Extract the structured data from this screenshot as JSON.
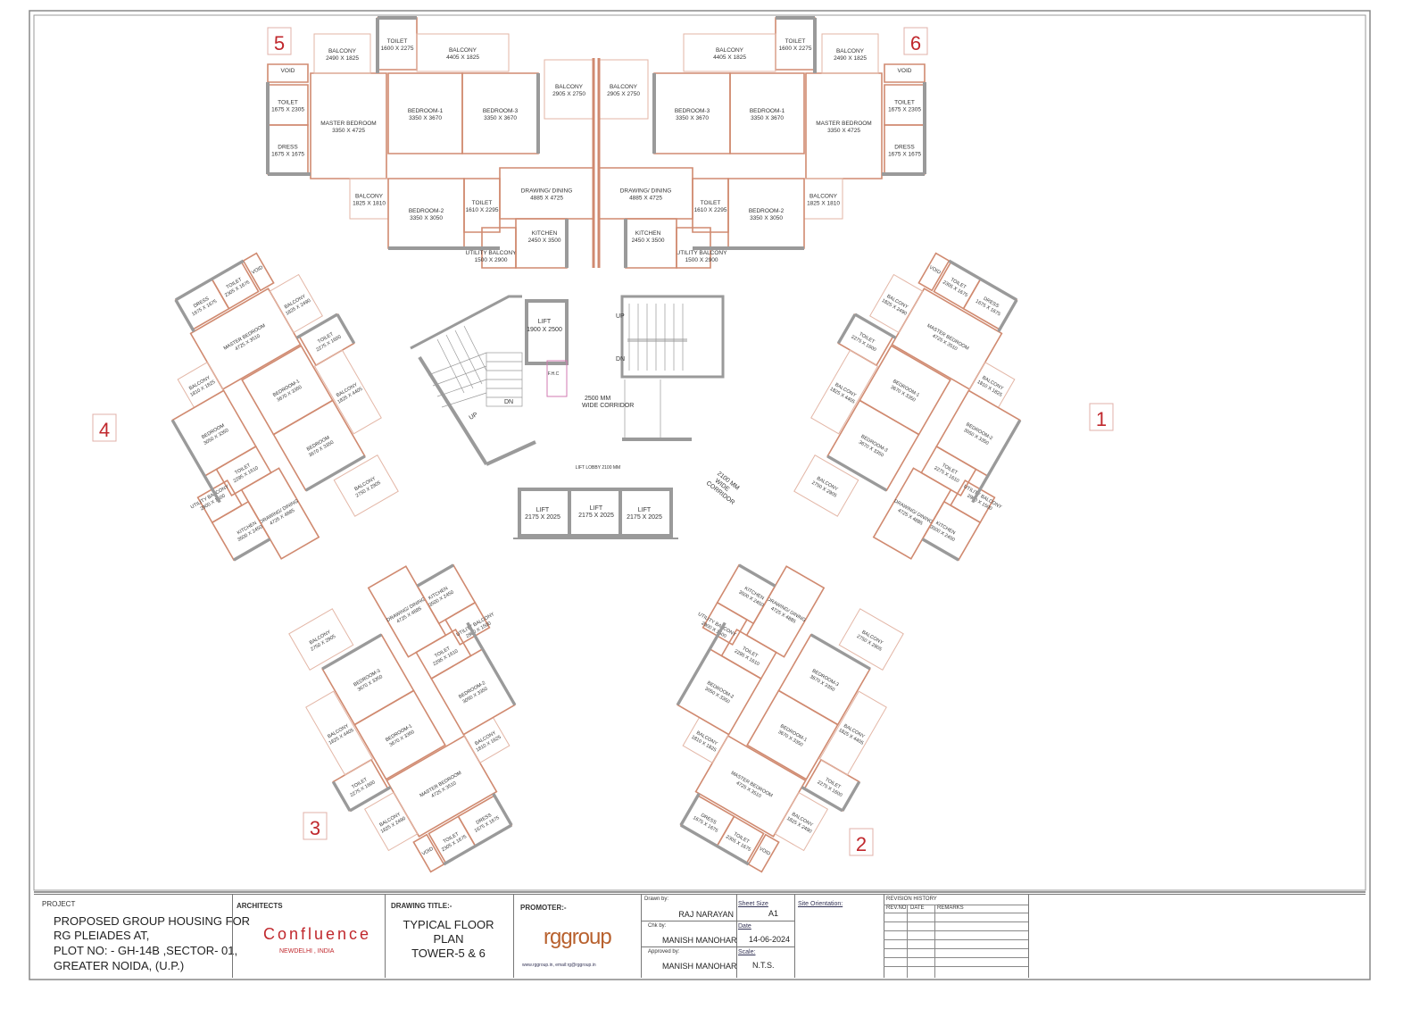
{
  "drawing": {
    "unit_numbers": [
      "1",
      "2",
      "3",
      "4",
      "5",
      "6"
    ],
    "units": [
      {
        "number": "5",
        "rooms": [
          {
            "name": "VOID",
            "size": ""
          },
          {
            "name": "TOILET",
            "size": "1675 X 2305"
          },
          {
            "name": "DRESS",
            "size": "1675 X 1675"
          },
          {
            "name": "MASTER BEDROOM",
            "size": "3350 X 4725"
          },
          {
            "name": "BALCONY",
            "size": "2490 X 1825"
          },
          {
            "name": "TOILET",
            "size": "1600 X 2275"
          },
          {
            "name": "BALCONY",
            "size": "4405 X 1825"
          },
          {
            "name": "BEDROOM-1",
            "size": "3350 X 3670"
          },
          {
            "name": "BEDROOM-3",
            "size": "3350 X 3670"
          },
          {
            "name": "BALCONY",
            "size": "2905 X 2750"
          },
          {
            "name": "BALCONY",
            "size": "1825 X 1810"
          },
          {
            "name": "BEDROOM-2",
            "size": "3350 X 3050"
          },
          {
            "name": "TOILET",
            "size": "1610 X 2295"
          },
          {
            "name": "DRAWING/ DINING",
            "size": "4885 X 4725"
          },
          {
            "name": "UTILITY BALCONY",
            "size": "1500 X 2900"
          },
          {
            "name": "KITCHEN",
            "size": "2450 X 3500"
          }
        ]
      },
      {
        "number": "6",
        "rooms": [
          {
            "name": "VOID",
            "size": ""
          },
          {
            "name": "TOILET",
            "size": "1675 X 2305"
          },
          {
            "name": "DRESS",
            "size": "1675 X 1675"
          },
          {
            "name": "MASTER BEDROOM",
            "size": "3350 X 4725"
          },
          {
            "name": "BALCONY",
            "size": "2490 X 1825"
          },
          {
            "name": "TOILET",
            "size": "1600 X 2275"
          },
          {
            "name": "BALCONY",
            "size": "4405 X 1825"
          },
          {
            "name": "BEDROOM-1",
            "size": "3350 X 3670"
          },
          {
            "name": "BEDROOM-3",
            "size": "3350 X 3670"
          },
          {
            "name": "BALCONY",
            "size": "2905 X 2750"
          },
          {
            "name": "BALCONY",
            "size": "1825 X 1810"
          },
          {
            "name": "BEDROOM-2",
            "size": "3350 X 3050"
          },
          {
            "name": "TOILET",
            "size": "1610 X 2295"
          },
          {
            "name": "DRAWING/ DINING",
            "size": "4885 X 4725"
          },
          {
            "name": "UTILITY BALCONY",
            "size": "1500 X 2900"
          },
          {
            "name": "KITCHEN",
            "size": "2450 X 3500"
          }
        ]
      },
      {
        "number": "4",
        "rooms": [
          {
            "name": "VOID",
            "size": ""
          },
          {
            "name": "TOILET",
            "size": "2305 X 1675"
          },
          {
            "name": "DRESS",
            "size": "1675 X 1675"
          },
          {
            "name": "MASTER BEDROOM",
            "size": "4725 X 3510"
          },
          {
            "name": "BALCONY",
            "size": "1825 X 2490"
          },
          {
            "name": "TOILET",
            "size": "2275 X 1600"
          },
          {
            "name": "BALCONY",
            "size": "1825 X 4405"
          },
          {
            "name": "BEDROOM-1",
            "size": "3670 X 3350"
          },
          {
            "name": "BEDROOM",
            "size": "3670 X 3350"
          },
          {
            "name": "BALCONY",
            "size": "2750 X 2905"
          },
          {
            "name": "BALCONY",
            "size": "1810 X 1825"
          },
          {
            "name": "BEDROOM",
            "size": "3050 X 3350"
          },
          {
            "name": "TOILET",
            "size": "2295 X 1610"
          },
          {
            "name": "DRAWING/ DINING",
            "size": "4725 X 4885"
          },
          {
            "name": "UTILITY BALCONY",
            "size": "2900 X 1500"
          },
          {
            "name": "KITCHEN",
            "size": "3500 X 2450"
          }
        ]
      },
      {
        "number": "3",
        "rooms": [
          {
            "name": "VOID",
            "size": ""
          },
          {
            "name": "TOILET",
            "size": "2305 X 1675"
          },
          {
            "name": "DRESS",
            "size": "1675 X 1675"
          },
          {
            "name": "MASTER BEDROOM",
            "size": "4725 X 3510"
          },
          {
            "name": "BALCONY",
            "size": "1825 X 2490"
          },
          {
            "name": "TOILET",
            "size": "2275 X 1600"
          },
          {
            "name": "BALCONY",
            "size": "1825 X 4405"
          },
          {
            "name": "BEDROOM-1",
            "size": "3670 X 3350"
          },
          {
            "name": "BEDROOM-3",
            "size": "3670 X 3350"
          },
          {
            "name": "BALCONY",
            "size": "2750 X 2905"
          },
          {
            "name": "BALCONY",
            "size": "1810 X 1825"
          },
          {
            "name": "BEDROOM-2",
            "size": "3050 X 3350"
          },
          {
            "name": "TOILET",
            "size": "2295 X 1610"
          },
          {
            "name": "DRAWING/ DINING",
            "size": "4725 X 4885"
          },
          {
            "name": "UTILITY BALCONY",
            "size": "2900 X 1500"
          },
          {
            "name": "KITCHEN",
            "size": "3500 X 2450"
          }
        ]
      },
      {
        "number": "1",
        "rooms": [
          {
            "name": "VOID",
            "size": ""
          },
          {
            "name": "TOILET",
            "size": "2305 X 1675"
          },
          {
            "name": "DRESS",
            "size": "1675 X 1675"
          },
          {
            "name": "MASTER BEDROOM",
            "size": "4725 X 3510"
          },
          {
            "name": "BALCONY",
            "size": "1825 X 2490"
          },
          {
            "name": "TOILET",
            "size": "2275 X 1600"
          },
          {
            "name": "BALCONY",
            "size": "1825 X 4405"
          },
          {
            "name": "BEDROOM-1",
            "size": "3670 X 3350"
          },
          {
            "name": "BEDROOM-3",
            "size": "3670 X 3350"
          },
          {
            "name": "BALCONY",
            "size": "2750 X 2905"
          },
          {
            "name": "BALCONY",
            "size": "1810 X 1825"
          },
          {
            "name": "BEDROOM-2",
            "size": "3050 X 3350"
          },
          {
            "name": "TOILET",
            "size": "2275 X 1610"
          },
          {
            "name": "DRAWING/ DINING",
            "size": "4725 X 4885"
          },
          {
            "name": "UTILITY BALCONY",
            "size": "2900 X 1500"
          },
          {
            "name": "KITCHEN",
            "size": "3500 X 2450"
          }
        ]
      },
      {
        "number": "2",
        "rooms": [
          {
            "name": "VOID",
            "size": ""
          },
          {
            "name": "TOILET",
            "size": "2305 X 1675"
          },
          {
            "name": "DRESS",
            "size": "1675 X 1675"
          },
          {
            "name": "MASTER BEDROOM",
            "size": "4725 X 3510"
          },
          {
            "name": "BALCONY",
            "size": "1825 X 2490"
          },
          {
            "name": "TOILET",
            "size": "2275 X 1600"
          },
          {
            "name": "BALCONY",
            "size": "1825 X 4405"
          },
          {
            "name": "BEDROOM-1",
            "size": "3670 X 3350"
          },
          {
            "name": "BEDROOM-3",
            "size": "3670 X 3350"
          },
          {
            "name": "BALCONY",
            "size": "2750 X 2905"
          },
          {
            "name": "BALCONY",
            "size": "1810 X 1825"
          },
          {
            "name": "BEDROOM-2",
            "size": "3050 X 3350"
          },
          {
            "name": "TOILET",
            "size": "2295 X 1610"
          },
          {
            "name": "DRAWING/ DINING",
            "size": "4725 X 4885"
          },
          {
            "name": "UTILITY BALCONY",
            "size": "2900 X 1500"
          },
          {
            "name": "KITCHEN",
            "size": "3500 X 2450"
          }
        ]
      }
    ],
    "core": {
      "lift_small": "LIFT",
      "lift_small_size": "1900 X 2500",
      "fhc": "F.H.C",
      "stair_left_up": "UP",
      "stair_left_dn": "DN",
      "stair_right_up": "UP",
      "stair_right_dn": "DN",
      "corridor_a_1": "2500 MM",
      "corridor_a_2": "WIDE CORRIDOR",
      "lobby": "LIFT LOBBY 2100 MM",
      "lifts": [
        {
          "name": "LIFT",
          "size": "2175 X 2025"
        },
        {
          "name": "LIFT",
          "size": "2175 X 2025"
        },
        {
          "name": "LIFT",
          "size": "2175 X 2025"
        }
      ],
      "corridor_b_1": "2100 MM",
      "corridor_b_2": "WIDE",
      "corridor_b_3": "CORRIDOR"
    },
    "colors": {
      "wall": "#9a9a9a",
      "partition": "#d08a70",
      "unit_number": "#c0282d"
    }
  },
  "title_block": {
    "project_label": "PROJECT",
    "project_lines": [
      "PROPOSED GROUP HOUSING FOR",
      "RG PLEIADES AT,",
      "PLOT NO: - GH-14B ,SECTOR- 01,",
      "GREATER NOIDA, (U.P.)"
    ],
    "architects_label": "ARCHITECTS",
    "architect_name": "Confluence",
    "architect_location": "NEWDELHI , INDIA",
    "drawing_title_label": "DRAWING TITLE:-",
    "drawing_title_lines": [
      "TYPICAL FLOOR",
      "PLAN",
      "TOWER-5 & 6"
    ],
    "promoter_label": "PROMOTER:-",
    "promoter_logo": "rggroup",
    "promoter_contact": "www.rggroup.in,  email:rg@rggroup.in",
    "drawn_by_label": "Drawn by:",
    "drawn_by": "RAJ NARAYAN",
    "sheet_size_label": "Sheet Size",
    "sheet_size": "A1",
    "checked_by_label": "Chk by:",
    "checked_by": "MANISH MANOHAR",
    "date_label": "Date",
    "date": "14-06-2024",
    "approved_by_label": "Approved by:",
    "approved_by": "MANISH MANOHAR",
    "scale_label": "Scale:",
    "scale": "N.T.S.",
    "site_orientation_label": "Site Orientation:",
    "revision_history_label": "REVISION HISTORY",
    "revision_columns": [
      "REV.NO",
      "DATE",
      "REMARKS"
    ]
  }
}
